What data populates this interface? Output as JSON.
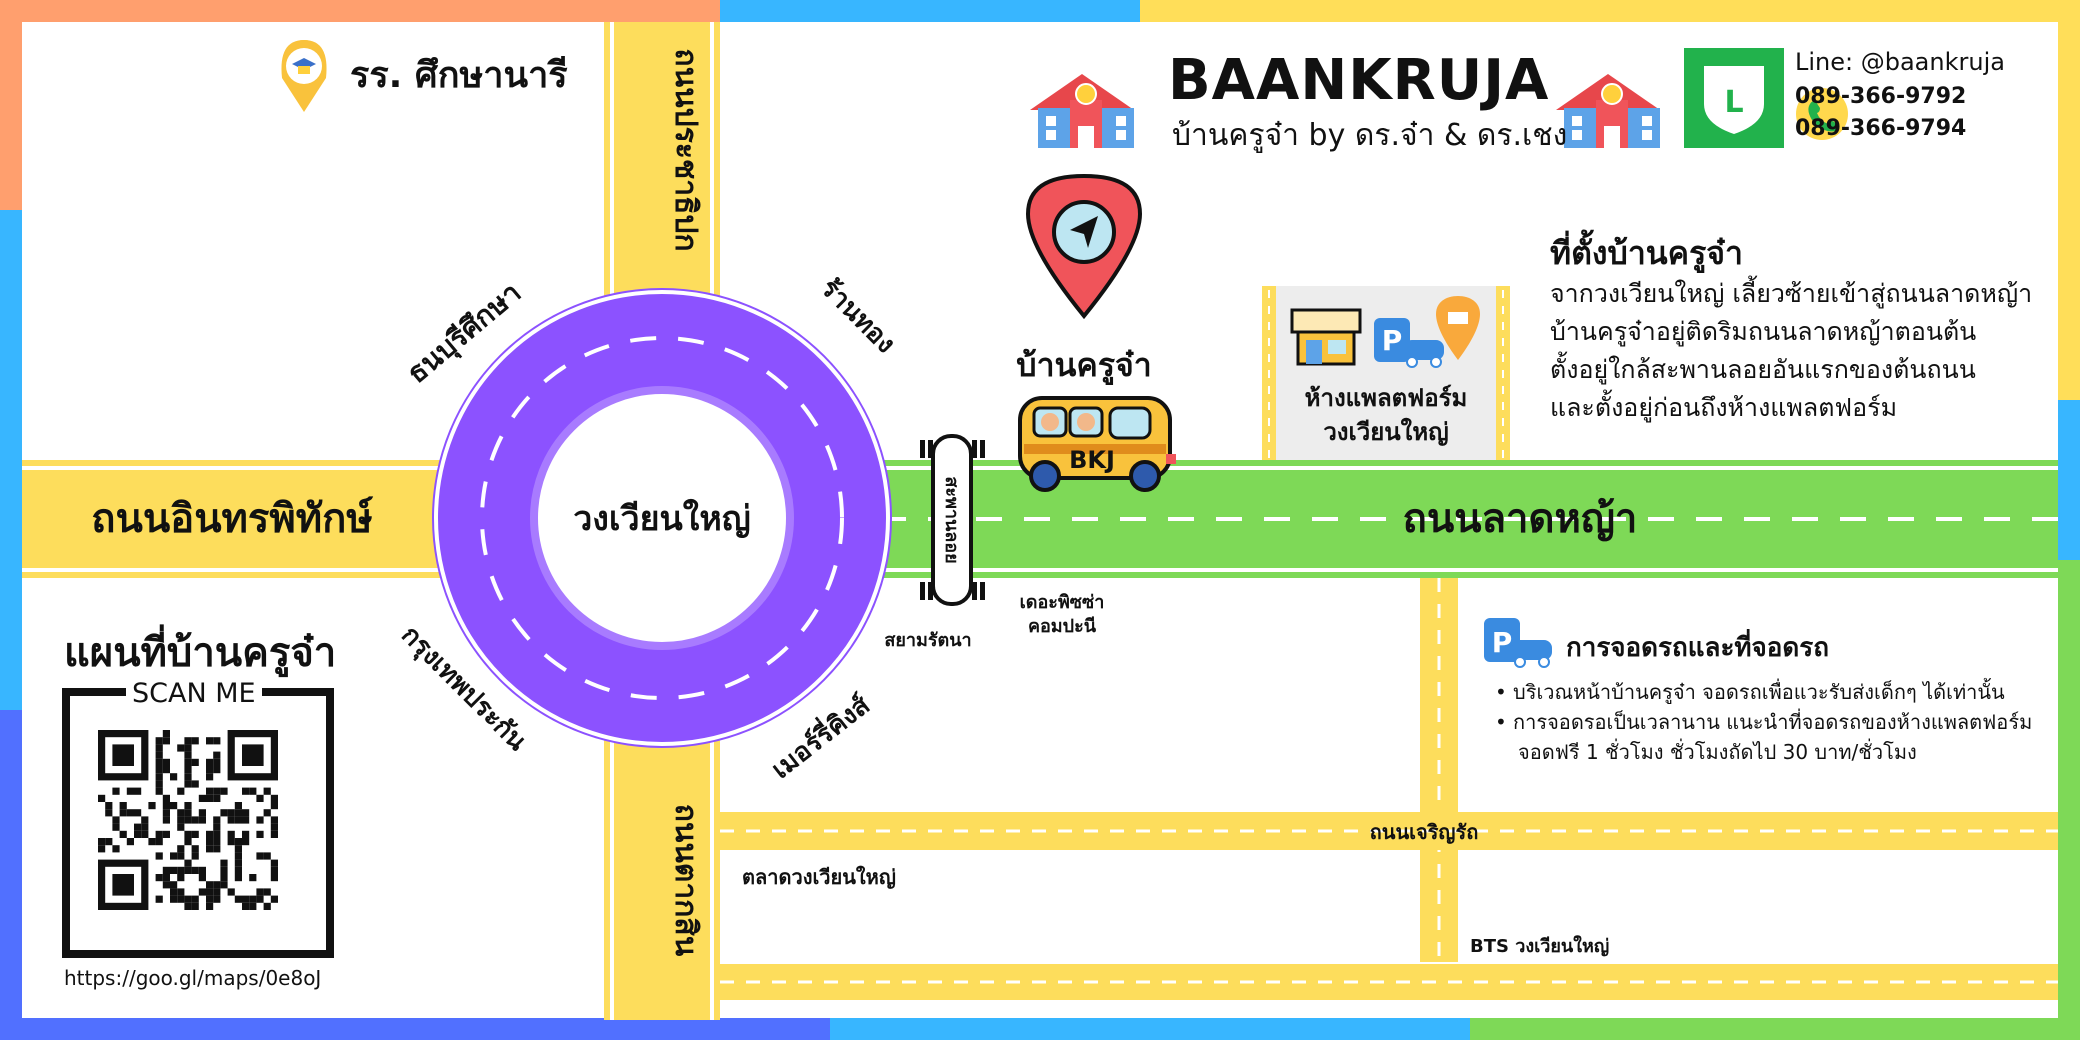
{
  "brand": {
    "title": "BAANKRUJA",
    "subtitle": "บ้านครูจ๋า by ดร.จ๋า & ดร.เชง"
  },
  "contact": {
    "line_icon_letter": "L",
    "line_id": "Line: @baankruja",
    "phones": [
      "089-366-9792",
      "089-366-9794"
    ]
  },
  "school": {
    "label": "รร. ศึกษานารี"
  },
  "home": {
    "label": "บ้านครูจ๋า",
    "bus_text": "BKJ"
  },
  "mall": {
    "line1": "ห้างแพลตฟอร์ม",
    "line2": "วงเวียนใหญ่"
  },
  "roads": {
    "indrapitak": "ถนนอินทรพิทักษ์",
    "latya": "ถนนลาดหญ้า",
    "prachatipok": "ถนนประชาธิปก",
    "taksin": "ถนนตากสิน",
    "charoenrat": "ถนนเจริญรัถ",
    "roundabout": "วงเวียนใหญ่",
    "bridge": "สะพานลอย"
  },
  "places": {
    "bunsiksa": "ธนบุรีศึกษา",
    "ranthong": "ร้านทอง",
    "krungthep": "กรุงเทพประกัน",
    "mercury": "เมอร์รี่คิงส์",
    "siamrattana": "สยามรัตนา",
    "pizza_line1": "เดอะพิซซ่า",
    "pizza_line2": "คอมปะนี",
    "market": "ตลาดวงเวียนใหญ่",
    "bts": "BTS วงเวียนใหญ่"
  },
  "location": {
    "title": "ที่ตั้งบ้านครูจ๋า",
    "lines": [
      "จากวงเวียนใหญ่ เลี้ยวซ้ายเข้าสู่ถนนลาดหญ้า",
      "บ้านครูจ๋าอยู่ติดริมถนนลาดหญ้าตอนต้น",
      "ตั้งอยู่ใกล้สะพานลอยอันแรกของต้นถนน",
      "และตั้งอยู่ก่อนถึงห้างแพลตฟอร์ม"
    ]
  },
  "parking": {
    "icon_letter": "P",
    "title": "การจอดรถและที่จอดรถ",
    "items": [
      "บริเวณหน้าบ้านครูจ๋า จอดรถเพื่อแวะรับส่งเด็กๆ ได้เท่านั้น",
      "การจอดรอเป็นเวลานาน แนะนำที่จอดรถของห้างแพลตฟอร์ม"
    ],
    "item2_cont": "จอดฟรี 1 ชั่วโมง ชั่วโมงถัดไป 30 บาท/ชั่วโมง"
  },
  "qr": {
    "title": "แผนที่บ้านครูจ๋า",
    "scan_label": "SCAN ME",
    "url": "https://goo.gl/maps/0e8oJ"
  },
  "colors": {
    "road_yellow": "#FDDD5C",
    "road_green": "#7ED957",
    "roundabout_purple": "#8C52FF",
    "pin_red": "#F0545A",
    "line_green": "#22B24C",
    "phone_yellow": "#FFD84D",
    "bus_yellow": "#F9C23C"
  }
}
